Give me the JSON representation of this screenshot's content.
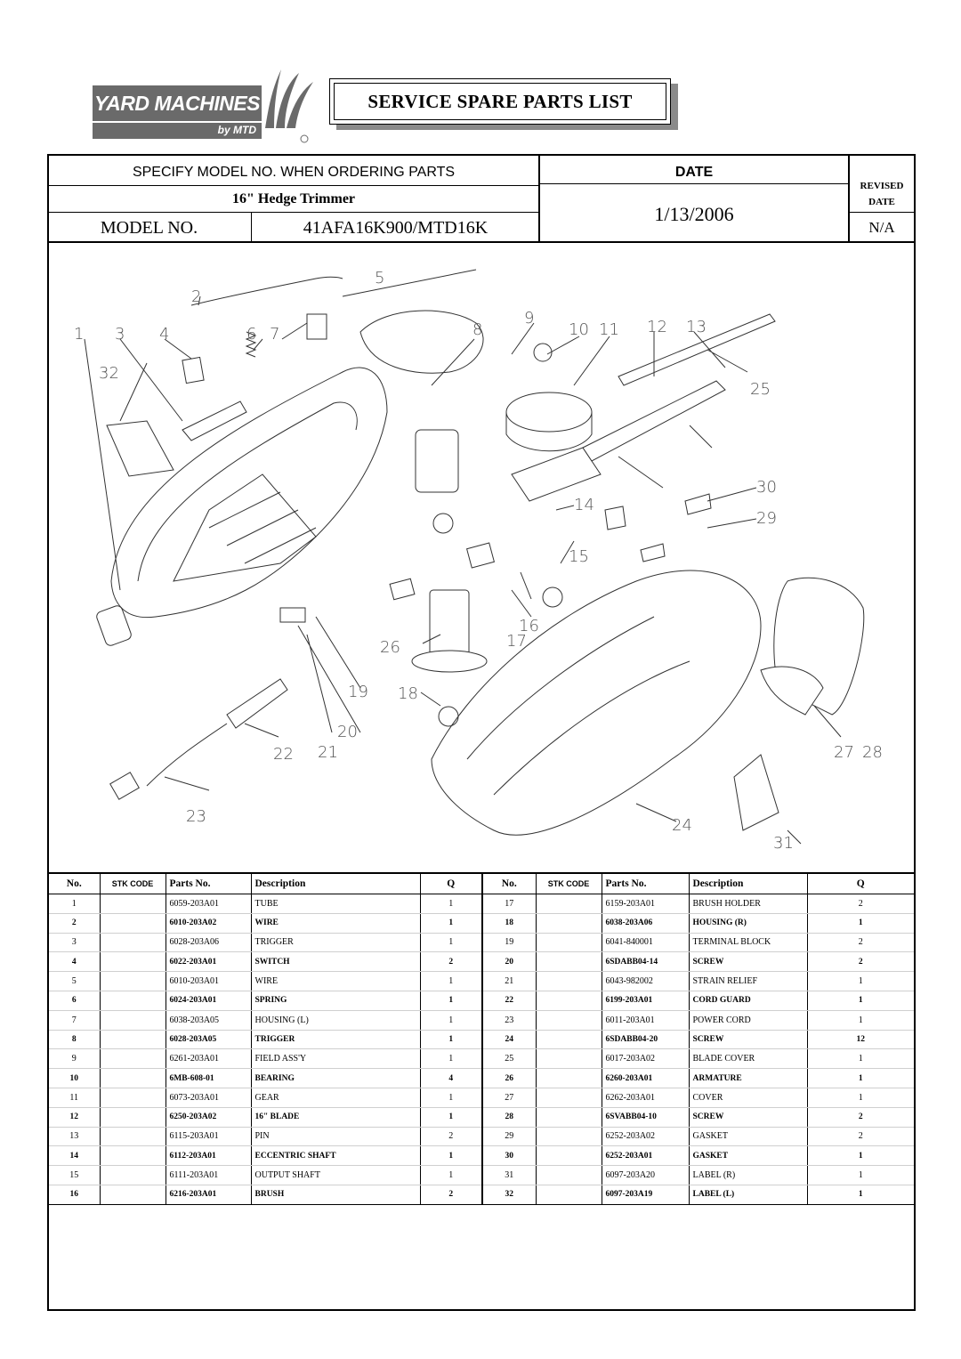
{
  "logo": {
    "brand": "YARD MACHINES",
    "sub": "by MTD"
  },
  "title": "SERVICE SPARE PARTS LIST",
  "header": {
    "specify": "SPECIFY MODEL NO. WHEN ORDERING PARTS",
    "product": "16\" Hedge Trimmer",
    "model_label": "MODEL NO.",
    "model_value": "41AFA16K900/MTD16K",
    "date_label": "DATE",
    "date_value": "1/13/2006",
    "revised_label_1": "REVISED",
    "revised_label_2": "DATE",
    "revised_value": "N/A"
  },
  "diagram": {
    "callouts": [
      "1",
      "2",
      "3",
      "4",
      "5",
      "6",
      "7",
      "8",
      "9",
      "10",
      "11",
      "12",
      "13",
      "14",
      "15",
      "16",
      "17",
      "18",
      "19",
      "20",
      "21",
      "22",
      "23",
      "24",
      "25",
      "26",
      "27",
      "28",
      "29",
      "30",
      "31",
      "32"
    ]
  },
  "table": {
    "headers": {
      "no": "No.",
      "stk": "STK CODE",
      "parts_no": "Parts No.",
      "desc": "Description",
      "q": "Q"
    },
    "rows": [
      {
        "l_no": "1",
        "l_part": "6059-203A01",
        "l_desc": "TUBE",
        "l_q": "1",
        "r_no": "17",
        "r_part": "6159-203A01",
        "r_desc": "BRUSH HOLDER",
        "r_q": "2"
      },
      {
        "l_no": "2",
        "l_part": "6010-203A02",
        "l_desc": "WIRE",
        "l_q": "1",
        "r_no": "18",
        "r_part": "6038-203A06",
        "r_desc": "HOUSING (R)",
        "r_q": "1"
      },
      {
        "l_no": "3",
        "l_part": "6028-203A06",
        "l_desc": "TRIGGER",
        "l_q": "1",
        "r_no": "19",
        "r_part": "6041-840001",
        "r_desc": "TERMINAL BLOCK",
        "r_q": "2"
      },
      {
        "l_no": "4",
        "l_part": "6022-203A01",
        "l_desc": "SWITCH",
        "l_q": "2",
        "r_no": "20",
        "r_part": "6SDABB04-14",
        "r_desc": "SCREW",
        "r_q": "2"
      },
      {
        "l_no": "5",
        "l_part": "6010-203A01",
        "l_desc": "WIRE",
        "l_q": "1",
        "r_no": "21",
        "r_part": "6043-982002",
        "r_desc": "STRAIN RELIEF",
        "r_q": "1"
      },
      {
        "l_no": "6",
        "l_part": "6024-203A01",
        "l_desc": "SPRING",
        "l_q": "1",
        "r_no": "22",
        "r_part": "6199-203A01",
        "r_desc": "CORD GUARD",
        "r_q": "1"
      },
      {
        "l_no": "7",
        "l_part": "6038-203A05",
        "l_desc": "HOUSING (L)",
        "l_q": "1",
        "r_no": "23",
        "r_part": "6011-203A01",
        "r_desc": "POWER CORD",
        "r_q": "1"
      },
      {
        "l_no": "8",
        "l_part": "6028-203A05",
        "l_desc": "TRIGGER",
        "l_q": "1",
        "r_no": "24",
        "r_part": "6SDABB04-20",
        "r_desc": "SCREW",
        "r_q": "12"
      },
      {
        "l_no": "9",
        "l_part": "6261-203A01",
        "l_desc": "FIELD ASS'Y",
        "l_q": "1",
        "r_no": "25",
        "r_part": "6017-203A02",
        "r_desc": "BLADE COVER",
        "r_q": "1"
      },
      {
        "l_no": "10",
        "l_part": "6MB-608-01",
        "l_desc": "BEARING",
        "l_q": "4",
        "r_no": "26",
        "r_part": "6260-203A01",
        "r_desc": "ARMATURE",
        "r_q": "1"
      },
      {
        "l_no": "11",
        "l_part": "6073-203A01",
        "l_desc": "GEAR",
        "l_q": "1",
        "r_no": "27",
        "r_part": "6262-203A01",
        "r_desc": "COVER",
        "r_q": "1"
      },
      {
        "l_no": "12",
        "l_part": "6250-203A02",
        "l_desc": "16\" BLADE",
        "l_q": "1",
        "r_no": "28",
        "r_part": "6SVABB04-10",
        "r_desc": "SCREW",
        "r_q": "2"
      },
      {
        "l_no": "13",
        "l_part": "6115-203A01",
        "l_desc": "PIN",
        "l_q": "2",
        "r_no": "29",
        "r_part": "6252-203A02",
        "r_desc": "GASKET",
        "r_q": "2"
      },
      {
        "l_no": "14",
        "l_part": "6112-203A01",
        "l_desc": "ECCENTRIC SHAFT",
        "l_q": "1",
        "r_no": "30",
        "r_part": "6252-203A01",
        "r_desc": "GASKET",
        "r_q": "1"
      },
      {
        "l_no": "15",
        "l_part": "6111-203A01",
        "l_desc": "OUTPUT SHAFT",
        "l_q": "1",
        "r_no": "31",
        "r_part": "6097-203A20",
        "r_desc": "LABEL (R)",
        "r_q": "1"
      },
      {
        "l_no": "16",
        "l_part": "6216-203A01",
        "l_desc": "BRUSH",
        "l_q": "2",
        "r_no": "32",
        "r_part": "6097-203A19",
        "r_desc": "LABEL (L)",
        "r_q": "1"
      }
    ]
  }
}
